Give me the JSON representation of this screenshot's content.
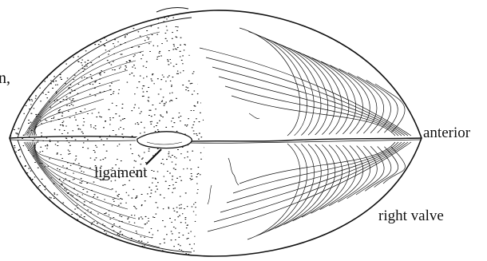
{
  "labels": {
    "corner_fragment": "n,",
    "anterior": "anterior",
    "ligament": "ligament",
    "right_valve": "right valve"
  },
  "colors": {
    "ink": "#111111",
    "background": "#ffffff"
  }
}
